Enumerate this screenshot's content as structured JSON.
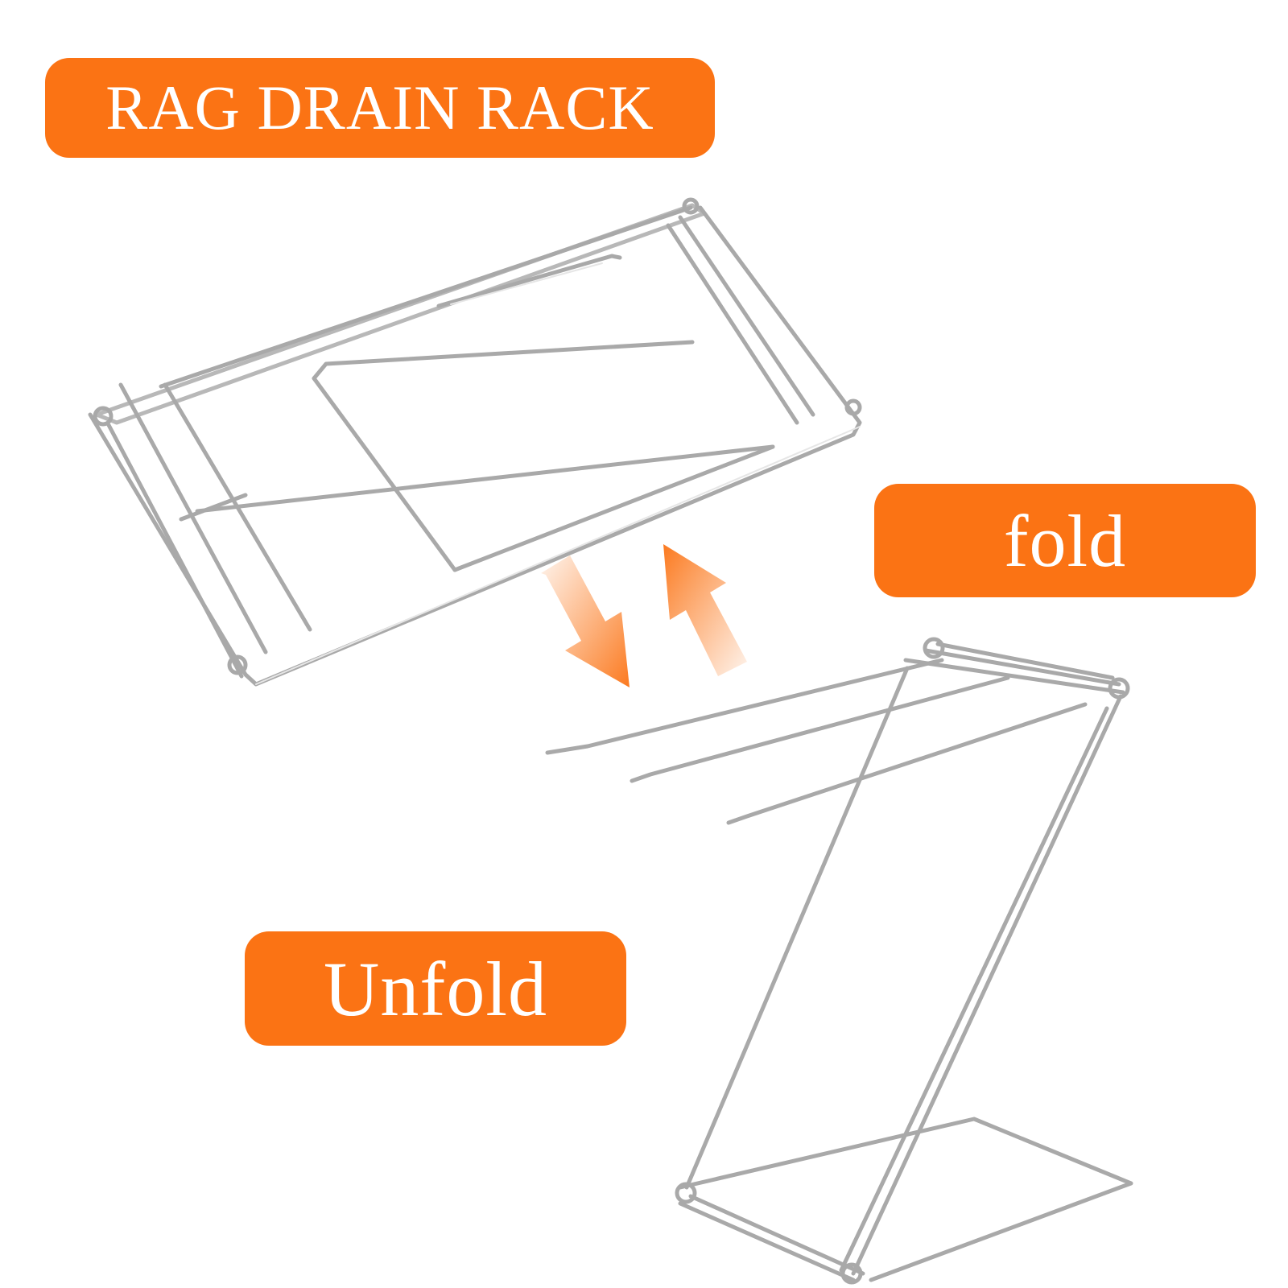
{
  "badges": {
    "title": "RAG DRAIN RACK",
    "fold": "fold",
    "unfold": "Unfold"
  },
  "colors": {
    "accent": "#FB7314",
    "badge_text": "#FFFFFF",
    "wire": "#A9A9A9",
    "wire_highlight": "#E6E6E6",
    "background": "#FFFFFF"
  },
  "images": {
    "folded_rack": "folded-rack-illustration",
    "unfolded_rack": "unfolded-rack-illustration",
    "arrows": [
      "arrow-down-right",
      "arrow-up-right"
    ]
  }
}
